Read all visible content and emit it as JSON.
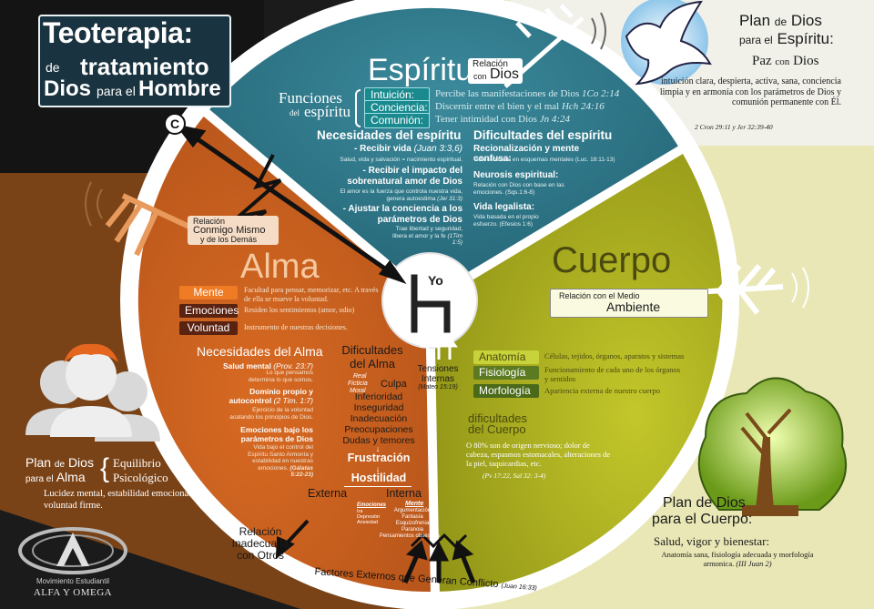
{
  "title": {
    "line1": "Teoterapia:",
    "de": "de",
    "line2": "tratamiento",
    "dios": "Dios",
    "para": "para el",
    "hombre": "Hombre"
  },
  "copyright_symbol": "C",
  "center_label": "Yo",
  "espiritu": {
    "title": "Espíritu",
    "relacion_line1": "Relación",
    "relacion_con": "con",
    "relacion_dios": "Dios",
    "funciones_line1": "Funciones",
    "funciones_del": "del",
    "funciones_line2": "espíritu",
    "functions": [
      {
        "label": "Intuición:",
        "text": "Percibe las manifestaciones de Dios",
        "ref": "1Co 2:14"
      },
      {
        "label": "Conciencia:",
        "text": "Discernir entre el bien y el mal",
        "ref": "Hch 24:16"
      },
      {
        "label": "Comunión:",
        "text": "Tener intimidad con Dios",
        "ref": "Jn 4:24"
      }
    ],
    "necesidades_title": "Necesidades del espíritu",
    "necesidades": [
      {
        "head": "- Recibir vida",
        "ref": "(Juan 3:3,6)",
        "desc": "Salud, vida y salvación = nacimiento espiritual."
      },
      {
        "head": "- Recibir el impacto del sobrenatural amor de Dios",
        "ref": "",
        "desc": "El amor es la fuerza que controla nuestra vida, genera autoestima",
        "desc_ref": "(Jer 31:3)"
      },
      {
        "head": "- Ajustar la conciencia a los parámetros de Dios",
        "ref": "",
        "desc": "Trae libertad y seguridad, libera el amor y la fe",
        "desc_ref": "(1Tim 1:5)"
      }
    ],
    "dificultades_title": "Dificultades del espíritu",
    "dificultades": [
      {
        "head": "Recionalización y mente confusa:",
        "desc": "Vida con base en esquemas mentales (Luc. 18:11-13)"
      },
      {
        "head": "Neurosis espiritual:",
        "desc": "Relación con Dios con base en las emociones. (Sqs.1:6-8)"
      },
      {
        "head": "Vida legalista:",
        "desc": "Vida basada en el propio esfuerzo. (Efesios 1:6)"
      }
    ]
  },
  "plan_espiritu": {
    "plan": "Plan",
    "de": "de",
    "dios": "Dios",
    "para": "para el",
    "espiritu": "Espíritu:",
    "paz": "Paz",
    "con": "con",
    "pazdios": "Dios",
    "desc": "intuición clara, despierta, activa, sana, conciencia limpia y en armonía con los parámetros de Dios y comunión permanente con Él.",
    "refs": "2 Cron 29:11  y  Jer 32:39-40"
  },
  "alma": {
    "title": "Alma",
    "relacion_line1": "Relación",
    "relacion_line2": "Conmigo Mismo",
    "relacion_line3": "y de los Demás",
    "functions": [
      {
        "label": "Mente",
        "text": "Facultad para pensar, memorizar, etc. A través de ella se mueve la voluntad."
      },
      {
        "label": "Emociones",
        "text": "Residen los sentimientos (amor, odio)"
      },
      {
        "label": "Voluntad",
        "text": "Instrumento de nuestras decisiones."
      }
    ],
    "necesidades_title": "Necesidades del Alma",
    "necesidades": [
      {
        "head": "Salud mental",
        "ref": "(Prov. 23:7)",
        "desc": "Lo que pensamos determina lo que somos."
      },
      {
        "head": "Dominio propio y autocontrol",
        "ref": "(2 Tim. 1:7)",
        "desc": "Ejercicio de la voluntad acatando los principios de Dios."
      },
      {
        "head": "Emociones bajo los parámetros de Dios",
        "ref": "",
        "desc": "Vida bajo el control del Espíritu Santo Armonía y estabilidad en nuestras emociones.",
        "desc_ref": "(Gálatas 5:22-23)"
      }
    ],
    "dificultades_line1": "Dificultades",
    "dificultades_line2": "del Alma",
    "culpa_types": [
      "Real",
      "Ficticia",
      "Moral"
    ],
    "culpa": "Culpa",
    "dificultades": [
      "Inferioridad",
      "Inseguridad",
      "Inadecuación",
      "Preocupaciones",
      "Dudas y temores"
    ],
    "frustracion": "Frustración",
    "hostilidad": "Hostilidad",
    "externa": "Externa",
    "interna": "Interna",
    "emociones_label": "Emociones",
    "emociones_items": [
      "Ira",
      "Depresión",
      "Ansiedad"
    ],
    "mente_label": "Mente",
    "mente_items": [
      "Argumentación",
      "Fantasía",
      "Esquizofrenia",
      "Paranoia",
      "Pensamientos obsesivos"
    ]
  },
  "tensiones": {
    "line1": "Tensiones",
    "line2": "Internas",
    "ref": "(Mateo 15:19)"
  },
  "relacion_otros": {
    "line1": "Relación",
    "line2": "Inadecuada",
    "line3": "con Otros"
  },
  "factores": "Factores Externos que Generan Conflicto",
  "factores_ref": "(Juan 16:33)",
  "cuerpo": {
    "title": "Cuerpo",
    "relacion_line1": "Relación con el Medio",
    "relacion_line2": "Ambiente",
    "functions": [
      {
        "label": "Anatomía",
        "text": "Células, tejidos, órganos, aparatos y sistemas"
      },
      {
        "label": "Fisiología",
        "text": "Funcionamiento de cada uno de los órganos y sentidos"
      },
      {
        "label": "Morfología",
        "text": "Apariencia externa de nuestro cuerpo"
      }
    ],
    "dificultades_line1": "dificultades",
    "dificultades_line2": "del Cuerpo",
    "dificultades_text": "O 80% son de origen nervioso; dolor de cabeza, espasmos estomacales, alteraciones de la piel, taquicardias, etc.",
    "dificultades_ref": "(Pv 17:22,  Sal 32: 3-4)"
  },
  "plan_alma": {
    "plan": "Plan",
    "de": "de",
    "dios": "Dios",
    "para": "para el",
    "alma": "Alma",
    "equilibrio": "Equilibrio",
    "psicologico": "Psicológico",
    "desc": "Lucidez mental, estabilidad emocional y voluntad firme."
  },
  "plan_cuerpo": {
    "line1": "Plan de Dios",
    "line2": "para el Cuerpo:",
    "salud": "Salud, vigor y bienestar:",
    "desc": "Anatomía sana, fisiología adecuada y morfología armonica.",
    "ref": "(III Juan 2)"
  },
  "logo": {
    "line1": "Movimiento Estudiantil",
    "line2": "ALFA Y OMEGA"
  },
  "colors": {
    "teal": "#2a7486",
    "orange": "#c25f1e",
    "olive": "#a2a31a",
    "brown": "#6e3d14",
    "dark": "#171717"
  }
}
